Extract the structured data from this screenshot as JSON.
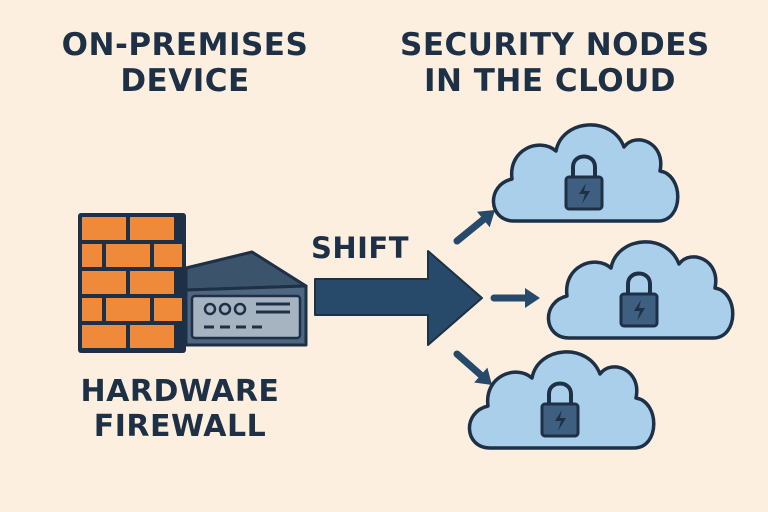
{
  "colors": {
    "background": "#FCEFE0",
    "ink": "#1E3045",
    "arrow": "#27496A",
    "brick": "#EE8A3A",
    "device_body": "#4E6680",
    "device_top": "#3C536C",
    "device_face": "#A6B3C0",
    "cloud_fill": "#A9CFEA",
    "lock_fill": "#3E5F80"
  },
  "left": {
    "title_line1": "ON-PREMISES",
    "title_line2": "DEVICE",
    "caption_line1": "HARDWARE",
    "caption_line2": "FIREWALL",
    "brick_wall_icon": "brick-wall-icon",
    "device_icon": "network-appliance-icon"
  },
  "center": {
    "arrow_label": "SHIFT",
    "arrow_icon": "big-right-arrow-icon"
  },
  "right": {
    "title_line1": "SECURITY NODES",
    "title_line2": "IN THE CLOUD",
    "node_icon": "cloud-lock-icon",
    "node_count": 3
  }
}
